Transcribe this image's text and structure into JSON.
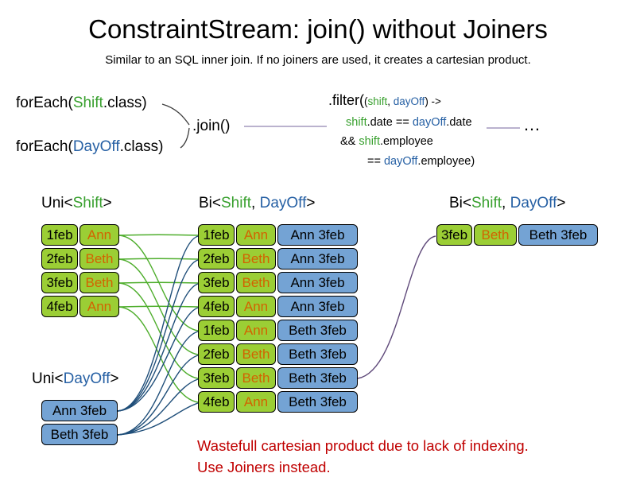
{
  "title": "ConstraintStream: join() without Joiners",
  "subtitle": "Similar to an SQL inner join. If no joiners are used, it creates a cartesian product.",
  "code": {
    "foreach_shift": {
      "pre": "forEach(",
      "cls": "Shift",
      "post": ".class)"
    },
    "foreach_dayoff": {
      "pre": "forEach(",
      "cls": "DayOff",
      "post": ".class)"
    },
    "join_label": ".join()",
    "filter_l1": {
      "pre": ".filter(",
      "paren": "(",
      "shift": "shift",
      "sep": ", ",
      "dayoff": "dayOff",
      "post": ") ->"
    },
    "filter_l2": {
      "shift": "shift",
      "mid": ".date == ",
      "dayoff": "dayOff",
      "post": ".date"
    },
    "filter_l3": {
      "pre": "&& ",
      "shift": "shift",
      "post": ".employee"
    },
    "filter_l4": {
      "pre": "== ",
      "dayoff": "dayOff",
      "post": ".employee)"
    },
    "ellipsis": "…"
  },
  "headers": {
    "uni_shift": {
      "pre": "Uni<",
      "shift": "Shift",
      "post": ">"
    },
    "bi_mid": {
      "pre": "Bi<",
      "shift": "Shift",
      "sep": ", ",
      "dayoff": "DayOff",
      "post": ">"
    },
    "bi_right": {
      "pre": "Bi<",
      "shift": "Shift",
      "sep": ", ",
      "dayoff": "DayOff",
      "post": ">"
    },
    "uni_dayoff": {
      "pre": "Uni<",
      "dayoff": "DayOff",
      "post": ">"
    }
  },
  "uni_shift_rows": [
    {
      "date": "1feb",
      "name": "Ann"
    },
    {
      "date": "2feb",
      "name": "Beth"
    },
    {
      "date": "3feb",
      "name": "Beth"
    },
    {
      "date": "4feb",
      "name": "Ann"
    }
  ],
  "bi_rows": [
    {
      "date": "1feb",
      "name": "Ann",
      "dayoff": "Ann 3feb"
    },
    {
      "date": "2feb",
      "name": "Beth",
      "dayoff": "Ann 3feb"
    },
    {
      "date": "3feb",
      "name": "Beth",
      "dayoff": "Ann 3feb"
    },
    {
      "date": "4feb",
      "name": "Ann",
      "dayoff": "Ann 3feb"
    },
    {
      "date": "1feb",
      "name": "Ann",
      "dayoff": "Beth 3feb"
    },
    {
      "date": "2feb",
      "name": "Beth",
      "dayoff": "Beth 3feb"
    },
    {
      "date": "3feb",
      "name": "Beth",
      "dayoff": "Beth 3feb"
    },
    {
      "date": "4feb",
      "name": "Ann",
      "dayoff": "Beth 3feb"
    }
  ],
  "bi_right_row": {
    "date": "3feb",
    "name": "Beth",
    "dayoff": "Beth 3feb"
  },
  "uni_dayoff_rows": [
    {
      "label": "Ann 3feb"
    },
    {
      "label": "Beth 3feb"
    }
  ],
  "footnote": {
    "line1": "Wastefull cartesian product due to lack of indexing.",
    "line2": "Use Joiners instead."
  },
  "colors": {
    "shift_green": "#38a02e",
    "dayoff_blue": "#2660a4",
    "box_green": "#9bce35",
    "box_blue": "#74a3d4",
    "name_orange": "#d26300",
    "note_red": "#c00000",
    "link_green": "#4fae2d",
    "link_blue": "#1f4e79",
    "link_purple": "#5f497a"
  }
}
